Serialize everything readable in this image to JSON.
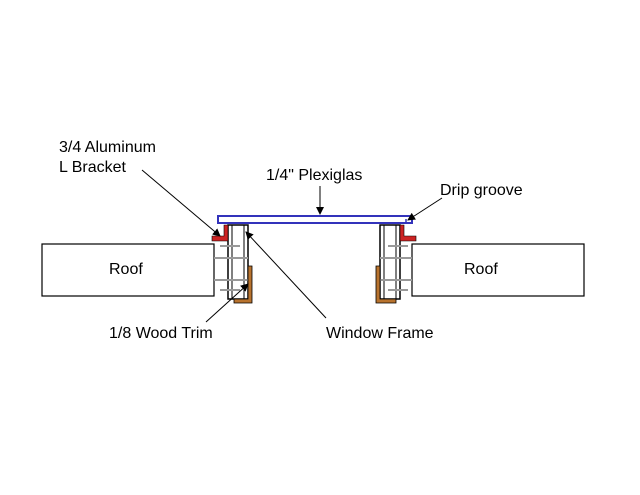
{
  "labels": {
    "bracket_line1": "3/4 Aluminum",
    "bracket_line2": "L Bracket",
    "plexiglas": "1/4\" Plexiglas",
    "drip_groove": "Drip groove",
    "roof_left": "Roof",
    "roof_right": "Roof",
    "wood_trim": "1/8 Wood Trim",
    "window_frame": "Window Frame"
  },
  "colors": {
    "plexiglas": "#3333bb",
    "bracket": "#cc2222",
    "wood_trim": "#b8732e",
    "screws": "#999999",
    "outline": "#000000"
  }
}
